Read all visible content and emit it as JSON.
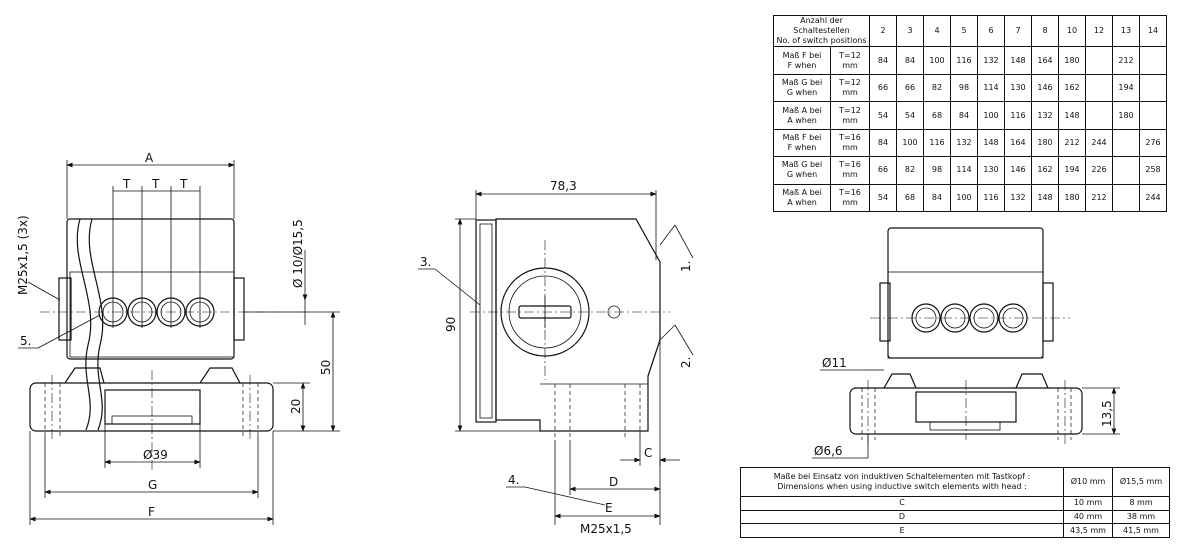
{
  "views": {
    "front": {
      "label_A": "A",
      "label_T": [
        "T",
        "T",
        "T"
      ],
      "label_M25": "M25x1,5 (3x)",
      "label_d10": "Ø 10/Ø15,5",
      "label_50": "50",
      "label_20": "20",
      "label_d39": "Ø39",
      "label_G": "G",
      "label_F": "F",
      "callout_5": "5."
    },
    "side": {
      "label_783": "78,3",
      "label_90": "90",
      "callout_3": "3.",
      "callout_1": "1.",
      "callout_2": "2.",
      "callout_4": "4.",
      "label_C": "C",
      "label_D": "D",
      "label_E": "E",
      "label_M25": "M25x1,5"
    },
    "right": {
      "label_d11": "Ø11",
      "label_d66": "Ø6,6",
      "label_135": "13,5"
    }
  },
  "table1": {
    "header_de": "Anzahl der Schaltestellen",
    "header_en": "No. of switch positions",
    "positions": [
      "2",
      "3",
      "4",
      "5",
      "6",
      "7",
      "8",
      "10",
      "12",
      "13",
      "14"
    ],
    "rows": [
      {
        "label_de": "Maß F bei",
        "label_en": "F when",
        "t": "T=12 mm",
        "values": [
          "84",
          "84",
          "100",
          "116",
          "132",
          "148",
          "164",
          "180",
          "",
          "212",
          ""
        ]
      },
      {
        "label_de": "Maß G bei",
        "label_en": "G when",
        "t": "T=12 mm",
        "values": [
          "66",
          "66",
          "82",
          "98",
          "114",
          "130",
          "146",
          "162",
          "",
          "194",
          ""
        ]
      },
      {
        "label_de": "Maß A bei",
        "label_en": "A when",
        "t": "T=12 mm",
        "values": [
          "54",
          "54",
          "68",
          "84",
          "100",
          "116",
          "132",
          "148",
          "",
          "180",
          ""
        ]
      },
      {
        "label_de": "Maß F bei",
        "label_en": "F when",
        "t": "T=16 mm",
        "values": [
          "84",
          "100",
          "116",
          "132",
          "148",
          "164",
          "180",
          "212",
          "244",
          "",
          "276"
        ]
      },
      {
        "label_de": "Maß G bei",
        "label_en": "G when",
        "t": "T=16 mm",
        "values": [
          "66",
          "82",
          "98",
          "114",
          "130",
          "146",
          "162",
          "194",
          "226",
          "",
          "258"
        ]
      },
      {
        "label_de": "Maß A bei",
        "label_en": "A when",
        "t": "T=16 mm",
        "values": [
          "54",
          "68",
          "84",
          "100",
          "116",
          "132",
          "148",
          "180",
          "212",
          "",
          "244"
        ]
      }
    ]
  },
  "table2": {
    "header_de": "Maße bei Einsatz von induktiven Schaltelementen mit Tastkopf :",
    "header_en": "Dimensions when using inductive switch elements with head :",
    "col1": "Ø10 mm",
    "col2": "Ø15,5 mm",
    "rows": [
      {
        "label": "C",
        "v1": "10 mm",
        "v2": "8 mm"
      },
      {
        "label": "D",
        "v1": "40 mm",
        "v2": "38 mm"
      },
      {
        "label": "E",
        "v1": "43,5 mm",
        "v2": "41,5 mm"
      }
    ]
  }
}
